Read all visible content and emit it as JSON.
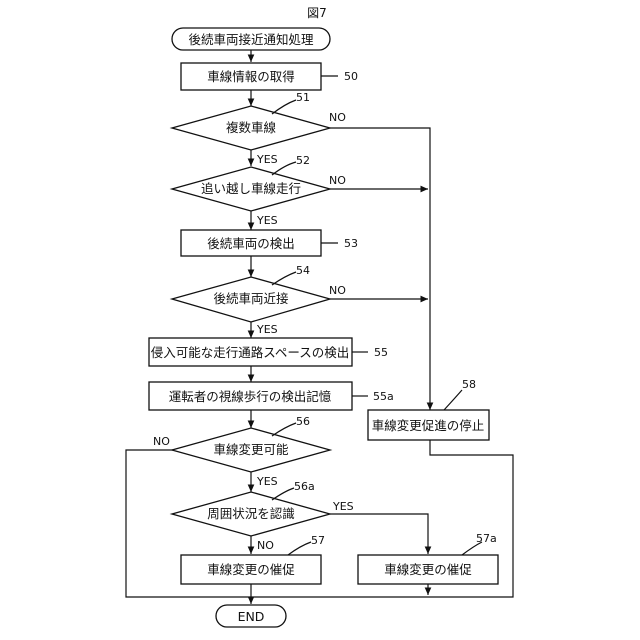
{
  "figure_label": "図7",
  "nodes": {
    "start": "後続車両接近通知処理",
    "s50": "車線情報の取得",
    "d51": "複数車線",
    "d52": "追い越し車線走行",
    "s53": "後続車両の検出",
    "d54": "後続車両近接",
    "s55": "侵入可能な走行通路スペースの検出",
    "s55a": "運転者の視線歩行の検出記憶",
    "d56": "車線変更可能",
    "d56a": "周囲状況を認識",
    "s57": "車線変更の催促",
    "s57a": "車線変更の催促",
    "s58": "車線変更促進の停止",
    "end": "END"
  },
  "refs": {
    "r50": "50",
    "r51": "51",
    "r52": "52",
    "r53": "53",
    "r54": "54",
    "r55": "55",
    "r55a": "55a",
    "r56": "56",
    "r56a": "56a",
    "r57": "57",
    "r57a": "57a",
    "r58": "58"
  },
  "branches": {
    "yes": "YES",
    "no": "NO"
  }
}
